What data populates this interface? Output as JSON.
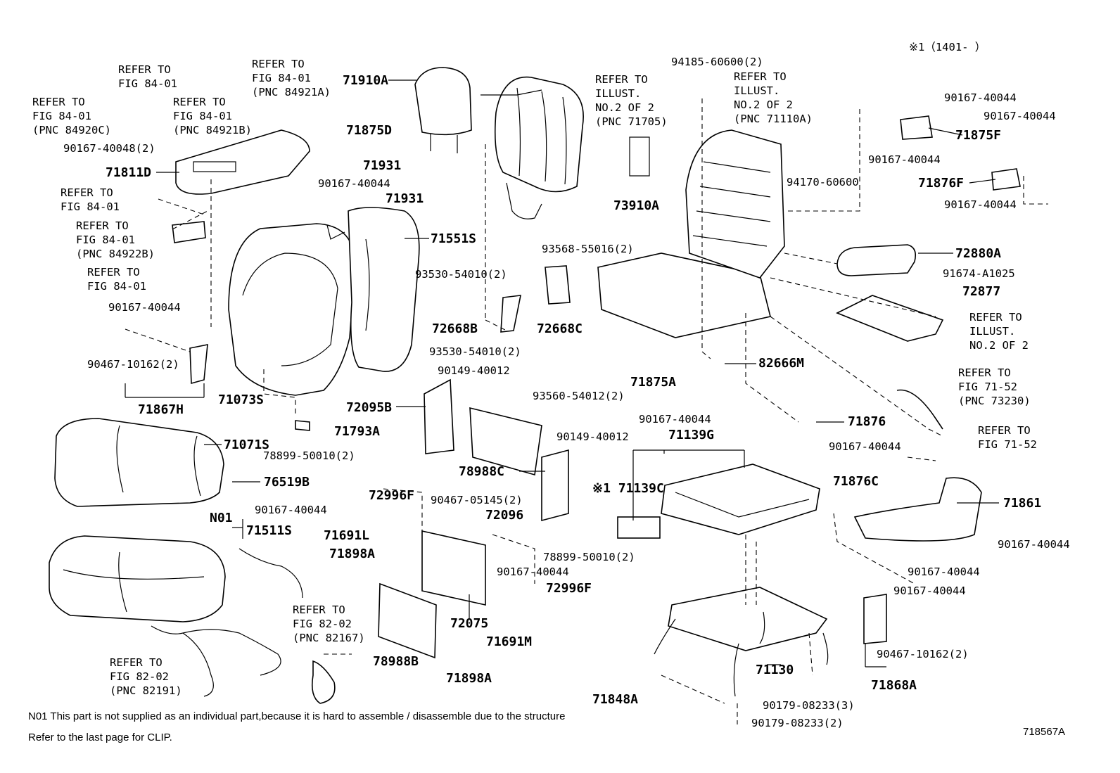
{
  "header": {
    "note_mark": "※1（1401-        ）"
  },
  "footer": {
    "note_n01": "N01 This part is not supplied as an individual part,because it is hard to assemble / disassemble due to the structure",
    "note_clip": "Refer to the last page for CLIP.",
    "illustration_id": "718567A"
  },
  "labels": {
    "refer_84_01_a": [
      "REFER TO",
      "FIG 84-01"
    ],
    "refer_84_01_pnc84921a": [
      "REFER TO",
      "FIG 84-01",
      "(PNC 84921A)"
    ],
    "refer_84_01_pnc84920c": [
      "REFER TO",
      "FIG 84-01",
      "(PNC 84920C)"
    ],
    "refer_84_01_pnc84921b": [
      "REFER TO",
      "FIG 84-01",
      "(PNC 84921B)"
    ],
    "p_90167_40048_2": "90167-40048(2)",
    "p_71875d": "71875D",
    "p_71910a": "71910A",
    "p_71811d": "71811D",
    "p_90167_40044_a": "90167-40044",
    "refer_84_01_b": [
      "REFER TO",
      "FIG 84-01"
    ],
    "refer_84_01_pnc84922b": [
      "REFER TO",
      "FIG 84-01",
      "(PNC 84922B)"
    ],
    "refer_84_01_c": [
      "REFER TO",
      "FIG 84-01"
    ],
    "p_90167_40044_b": "90167-40044",
    "p_90467_10162_2_a": "90467-10162(2)",
    "p_71867h": "71867H",
    "p_71931_a": "71931",
    "p_71931_b": "71931",
    "p_71551s": "71551S",
    "refer_illust_71705": [
      "REFER TO",
      "ILLUST.",
      "NO.2 OF 2",
      "(PNC 71705)"
    ],
    "p_93568_55016_2": "93568-55016(2)",
    "p_93530_54010_2_a": "93530-54010(2)",
    "p_72668b": "72668B",
    "p_72668c": "72668C",
    "p_93530_54010_2_b": "93530-54010(2)",
    "p_71073s": "71073S",
    "p_71793a": "71793A",
    "p_71071s": "71071S",
    "p_76519b": "76519B",
    "p_n01": "N01",
    "p_71511s": "71511S",
    "p_90149_40012_a": "90149-40012",
    "p_72095b": "72095B",
    "p_93560_54012_2": "93560-54012(2)",
    "p_90149_40012_b": "90149-40012",
    "p_78899_50010_2_a": "78899-50010(2)",
    "p_78988c": "78988C",
    "p_72996f_a": "72996F",
    "p_90167_40044_c": "90167-40044",
    "p_90467_05145_2": "90467-05145(2)",
    "p_72096": "72096",
    "p_71691l": "71691L",
    "p_71898a_a": "71898A",
    "p_78899_50010_2_b": "78899-50010(2)",
    "p_90167_40044_d": "90167-40044",
    "p_72996f_b": "72996F",
    "p_72075": "72075",
    "p_71691m": "71691M",
    "p_78988b": "78988B",
    "p_71898a_b": "71898A",
    "refer_82_02_pnc82167": [
      "REFER TO",
      "FIG 82-02",
      "(PNC 82167)"
    ],
    "refer_82_02_pnc82191": [
      "REFER TO",
      "FIG 82-02",
      "(PNC 82191)"
    ],
    "p_94185_60600_2": "94185-60600(2)",
    "refer_illust_71110a": [
      "REFER TO",
      "ILLUST.",
      "NO.2 OF 2",
      "(PNC 71110A)"
    ],
    "p_73910a": "73910A",
    "p_94170_60600": "94170-60600",
    "p_90167_40044_e": "90167-40044",
    "p_90167_40044_f": "90167-40044",
    "p_71875f": "71875F",
    "p_90167_40044_g": "90167-40044",
    "p_71876f": "71876F",
    "p_90167_40044_h": "90167-40044",
    "p_72880a": "72880A",
    "p_91674_a1025": "91674-A1025",
    "p_72877": "72877",
    "refer_illust_2of2": [
      "REFER TO",
      "ILLUST.",
      "NO.2 OF 2"
    ],
    "p_82666m": "82666M",
    "p_71875a": "71875A",
    "refer_71_52_pnc73230": [
      "REFER TO",
      "FIG 71-52",
      "(PNC 73230)"
    ],
    "p_90167_40044_i": "90167-40044",
    "p_71876": "71876",
    "refer_71_52": [
      "REFER TO",
      "FIG 71-52"
    ],
    "p_71139g": "71139G",
    "p_90167_40044_j": "90167-40044",
    "p_71139c": "※1 71139C",
    "p_71876c": "71876C",
    "p_71861": "71861",
    "p_90167_40044_k": "90167-40044",
    "p_90167_40044_l": "90167-40044",
    "p_90167_40044_m": "90167-40044",
    "p_90467_10162_2_b": "90467-10162(2)",
    "p_71868a": "71868A",
    "p_71130": "71130",
    "p_71848a": "71848A",
    "p_90179_08233_3": "90179-08233(3)",
    "p_90179_08233_2": "90179-08233(2)"
  }
}
